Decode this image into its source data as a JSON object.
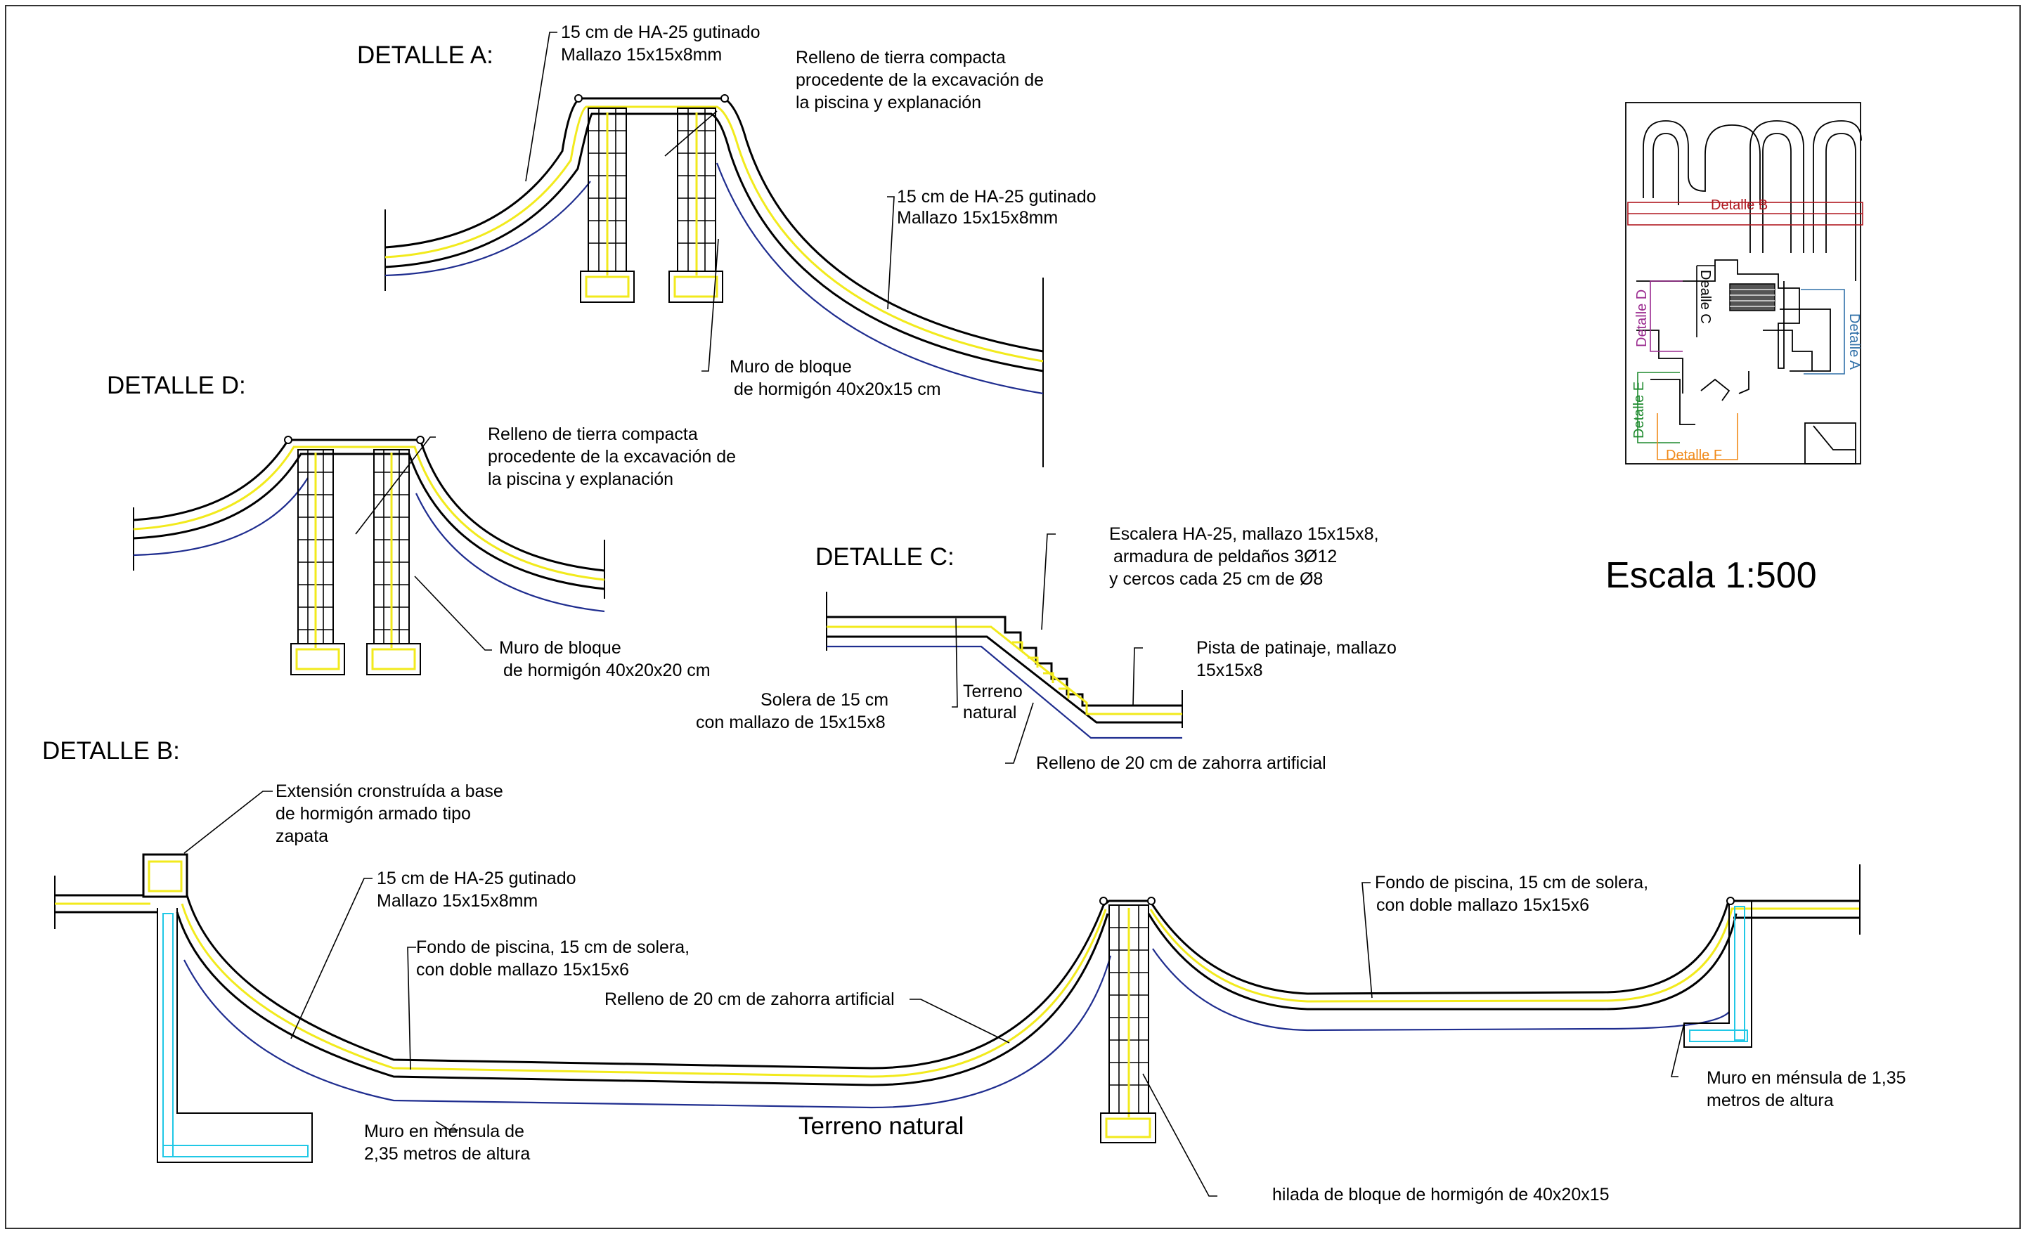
{
  "detail_a": {
    "title": "DETALLE A:",
    "note_concrete_l1": "15 cm de HA-25 gutinado",
    "note_concrete_l2": "Mallazo 15x15x8mm",
    "note_fill_l1": "Relleno de tierra compacta",
    "note_fill_l2": "procedente de la excavación de",
    "note_fill_l3": "la piscina y explanación",
    "note_concrete2_l1": "15 cm de HA-25 gutinado",
    "note_concrete2_l2": "Mallazo 15x15x8mm",
    "note_wall_l1": "Muro de bloque",
    "note_wall_l2": "de hormigón 40x20x15 cm"
  },
  "detail_d": {
    "title": "DETALLE D:",
    "note_fill_l1": "Relleno de tierra compacta",
    "note_fill_l2": "procedente de la excavación de",
    "note_fill_l3": "la piscina y explanación",
    "note_wall_l1": "Muro de bloque",
    "note_wall_l2": "de hormigón 40x20x20 cm"
  },
  "detail_c": {
    "title": "DETALLE  C:",
    "note_stair_l1": "Escalera HA-25, mallazo 15x15x8,",
    "note_stair_l2": "armadura de peldaños 3Ø12",
    "note_stair_l3": "y cercos cada 25 cm de Ø8",
    "note_rink_l1": "Pista de patinaje, mallazo",
    "note_rink_l2": "15x15x8",
    "note_slab_l1": "Solera de 15 cm",
    "note_slab_l2": "con mallazo de 15x15x8",
    "note_ground_l1": "Terreno",
    "note_ground_l2": "natural",
    "note_gravel": "Relleno de 20 cm de zahorra artificial"
  },
  "detail_b": {
    "title": "DETALLE B:",
    "note_ext_l1": "Extensión cronstruída a base",
    "note_ext_l2": "de hormigón armado tipo",
    "note_ext_l3": "zapata",
    "note_concrete_l1": "15 cm de HA-25 gutinado",
    "note_concrete_l2": "Mallazo 15x15x8mm",
    "note_bottom1_l1": "Fondo de piscina, 15 cm de solera,",
    "note_bottom1_l2": "con doble  mallazo 15x15x6",
    "note_gravel": "Relleno de 20 cm de zahorra artificial",
    "note_ground": "Terreno natural",
    "note_cant1_l1": "Muro en ménsula de",
    "note_cant1_l2": "2,35 metros de altura",
    "note_bottom2_l1": "Fondo de piscina, 15 cm de solera,",
    "note_bottom2_l2": "con doble  mallazo 15x15x6",
    "note_cant2_l1": "Muro en ménsula de 1,35",
    "note_cant2_l2": "metros de altura",
    "note_block": "hilada de bloque de hormigón de 40x20x15"
  },
  "key_plan": {
    "label_b": "Detalle B",
    "label_c": "Dealle C",
    "label_d": "Detalle D",
    "label_a": "Detalle A",
    "label_e": "Detalle E",
    "label_f": "Detalle F",
    "scale": "Escala 1:500"
  },
  "colors": {
    "outline": "#000000",
    "concrete_mesh": "#f2ea1c",
    "gravel_line": "#1f2d8f",
    "wall_rebar": "#20c8e6",
    "detail_b_mark": "#b01820",
    "detail_d_mark": "#9a2a8f",
    "detail_a_mark": "#3070a8",
    "detail_e_mark": "#1e8a2e",
    "detail_f_mark": "#f08a1a"
  }
}
